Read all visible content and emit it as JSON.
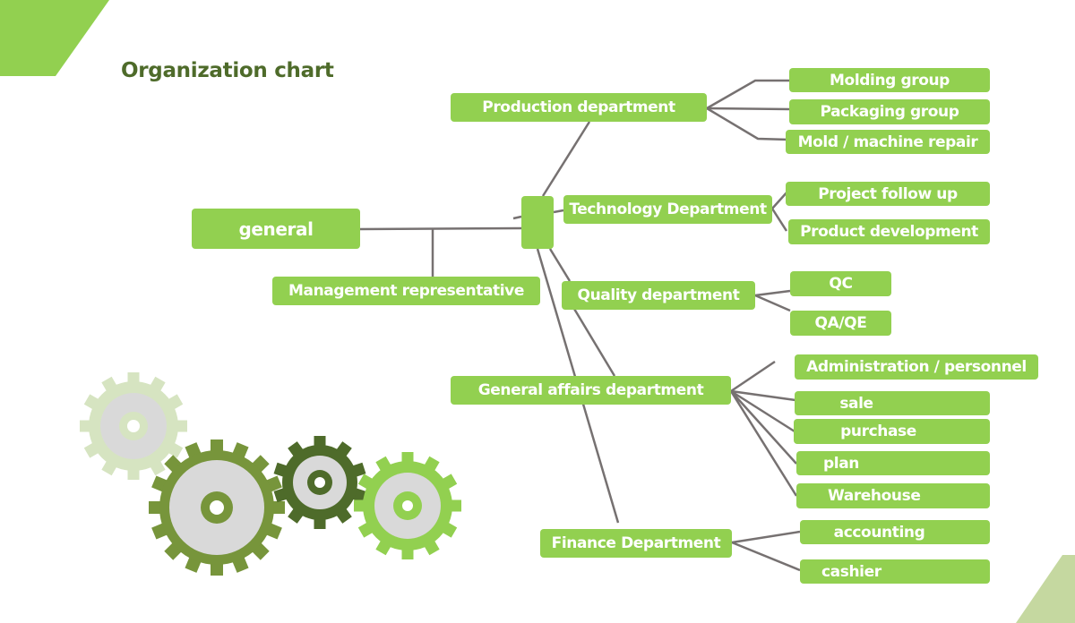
{
  "title": "Organization chart",
  "colors": {
    "node_fill": "#92d050",
    "title_text": "#4e6b2a",
    "connector": "#767171",
    "accent_top": "#92d050",
    "accent_bottom": "#c5d8a0",
    "gear_light": "#d6e4c1",
    "gear_mid": "#77953b",
    "gear_dark": "#4e6b2a",
    "gear_bright": "#92d050",
    "gear_hub": "#d9d9d9"
  },
  "root": {
    "label": "general"
  },
  "management": {
    "label": "Management representative"
  },
  "hub": {
    "label": ""
  },
  "departments": [
    {
      "label": "Production department",
      "groups": [
        "Molding group",
        "Packaging group",
        "Mold / machine repair"
      ]
    },
    {
      "label": "Technology Department",
      "groups": [
        "Project follow up",
        "Product development"
      ]
    },
    {
      "label": "Quality department",
      "groups": [
        "QC",
        "QA/QE"
      ]
    },
    {
      "label": "General affairs department",
      "groups": [
        "Administration / personnel",
        "sale",
        "purchase",
        "plan",
        "Warehouse"
      ]
    },
    {
      "label": "Finance Department",
      "groups": [
        "accounting",
        "cashier"
      ]
    }
  ]
}
